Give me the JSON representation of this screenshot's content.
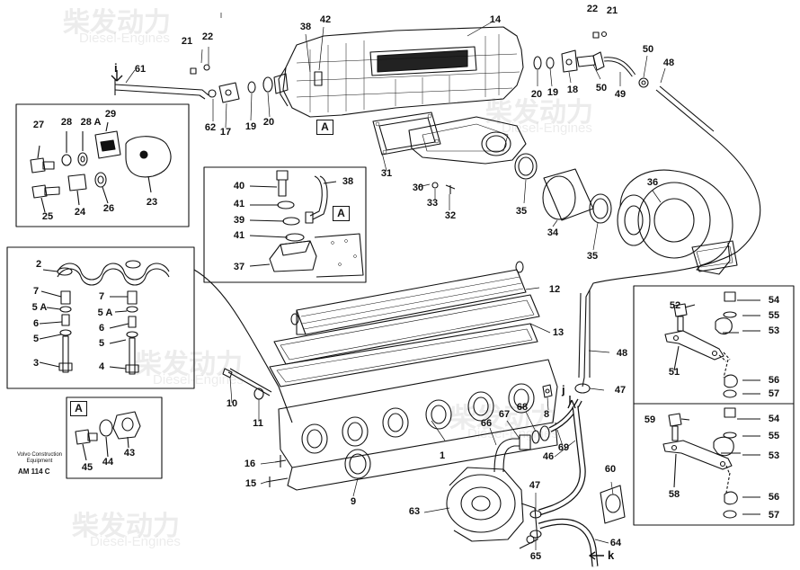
{
  "watermark": {
    "brand": "柴发动力",
    "sub": "Diesel-Engines"
  },
  "footer": {
    "company": "Volvo Construction Equipment",
    "code": "AM 114 C"
  },
  "boxes": {
    "detail_label": "A"
  },
  "arrows": {
    "i": "i",
    "j": "j",
    "k": "k"
  },
  "callouts": {
    "c1": "1",
    "c2": "2",
    "c3": "3",
    "c4": "4",
    "c5a": "5",
    "c5b": "5",
    "c5Aa": "5 A",
    "c5Ab": "5 A",
    "c6a": "6",
    "c6b": "6",
    "c7a": "7",
    "c7b": "7",
    "c8": "8",
    "c9": "9",
    "c10": "10",
    "c11": "11",
    "c12": "12",
    "c13": "13",
    "c14": "14",
    "c15": "15",
    "c16": "16",
    "c17": "17",
    "c18": "18",
    "c19a": "19",
    "c19b": "19",
    "c20a": "20",
    "c20b": "20",
    "c21a": "21",
    "c21b": "21",
    "c22a": "22",
    "c22b": "22",
    "c23": "23",
    "c24": "24",
    "c25": "25",
    "c26": "26",
    "c27": "27",
    "c28": "28",
    "c28A": "28 A",
    "c29": "29",
    "c30": "30",
    "c31": "31",
    "c32": "32",
    "c33": "33",
    "c34": "34",
    "c35a": "35",
    "c35b": "35",
    "c36": "36",
    "c37": "37",
    "c38a": "38",
    "c38b": "38",
    "c39": "39",
    "c40": "40",
    "c41a": "41",
    "c41b": "41",
    "c42": "42",
    "c43": "43",
    "c44": "44",
    "c45": "45",
    "c46": "46",
    "c47a": "47",
    "c47b": "47",
    "c48a": "48",
    "c48b": "48",
    "c49": "49",
    "c50a": "50",
    "c50b": "50",
    "c51": "51",
    "c52": "52",
    "c53a": "53",
    "c53b": "53",
    "c54a": "54",
    "c54b": "54",
    "c55a": "55",
    "c55b": "55",
    "c56a": "56",
    "c56b": "56",
    "c57a": "57",
    "c57b": "57",
    "c58": "58",
    "c59": "59",
    "c60": "60",
    "c61": "61",
    "c62": "62",
    "c63": "63",
    "c64": "64",
    "c65": "65",
    "c66": "66",
    "c67": "67",
    "c68": "68",
    "c69": "69"
  }
}
